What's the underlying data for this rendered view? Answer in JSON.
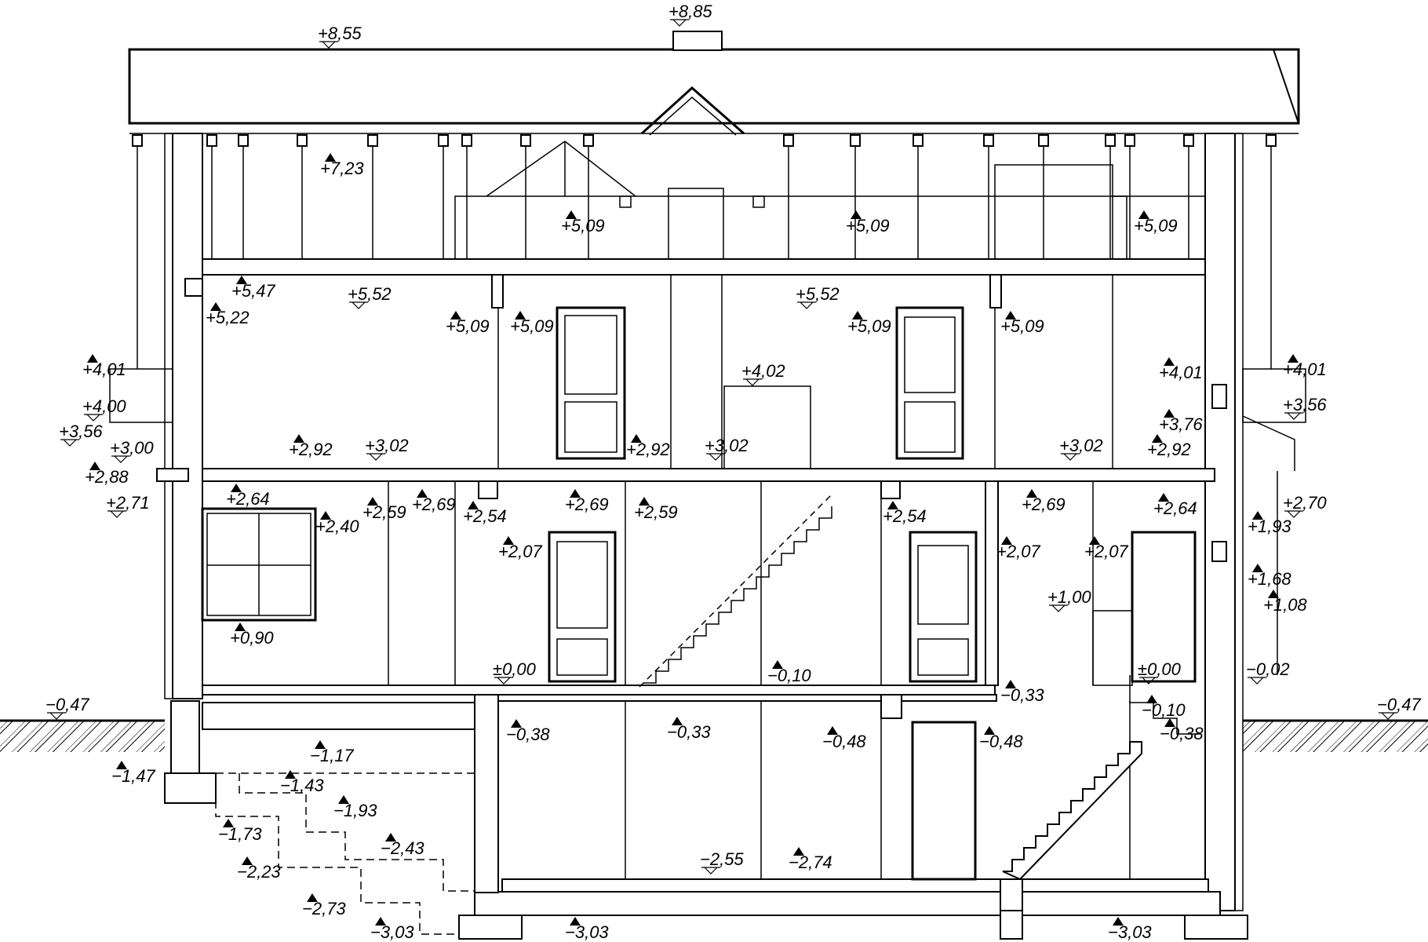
{
  "levels": {
    "ridge_chimney": "+8,85",
    "roof_top": "+8,55",
    "attic_truss": "+7,23",
    "attic_floor_l": "+5,09",
    "attic_floor_c": "+5,09",
    "attic_floor_r": "+5,09",
    "ceiling2_a": "+5,52",
    "ceiling2_b": "+5,52",
    "eave_top": "+5,47",
    "eave_bot": "+5,22",
    "door2_top_a": "+5,09",
    "door2_top_b": "+5,09",
    "door2_top_c": "+5,09",
    "door2_top_d": "+5,09",
    "stair_rail": "+4,02",
    "ext_l_401": "+4,01",
    "ext_l_400": "+4,00",
    "ext_l_356": "+3,56",
    "ext_l_300": "+3,00",
    "ext_l_288": "+2,88",
    "ext_l_271": "+2,71",
    "ext_r_401a": "+4,01",
    "ext_r_401b": "+4,01",
    "ext_r_356": "+3,56",
    "ext_r_376": "+3,76",
    "ext_r_270": "+2,70",
    "ext_r_193": "+1,93",
    "ext_r_168": "+1,68",
    "ext_r_108": "+1,08",
    "ext_r_002": "−0,02",
    "floor2_a": "+2,92",
    "floor2_b": "+3,02",
    "floor2_c": "+2,92",
    "floor2_d": "+3,02",
    "floor2_e": "+3,02",
    "floor2_f": "+2,92",
    "ceil1_a": "+2,64",
    "ceil1_b": "+2,59",
    "ceil1_c": "+2,69",
    "ceil1_d": "+2,54",
    "ceil1_e": "+2,69",
    "ceil1_f": "+2,59",
    "ceil1_g": "+2,54",
    "ceil1_h": "+2,69",
    "ceil1_i": "+2,64",
    "win_top": "+2,40",
    "win_bot": "+0,90",
    "door1_a": "+2,07",
    "door1_b": "+2,07",
    "door1_c": "+2,07",
    "entry_100": "+1,00",
    "floor1_a": "±0,00",
    "floor1_b": "−0,10",
    "floor1_c": "±0,00",
    "ground_l": "−0,47",
    "ground_r": "−0,47",
    "bsmt_033": "−0,33",
    "bsmt_038a": "−0,38",
    "bsmt_033b": "−0,33",
    "bsmt_048a": "−0,48",
    "bsmt_048b": "−0,48",
    "bsmt_010": "−0,10",
    "bsmt_038b": "−0,38",
    "fnd_117": "−1,17",
    "fnd_147": "−1,47",
    "fnd_143": "−1,43",
    "fnd_193": "−1,93",
    "fnd_173": "−1,73",
    "fnd_243": "−2,43",
    "fnd_223": "−2,23",
    "fnd_273": "−2,73",
    "fnd_303a": "−3,03",
    "fnd_303b": "−3,03",
    "fnd_303c": "−3,03",
    "bsmt_255": "−2,55",
    "bsmt_274": "−2,74"
  }
}
